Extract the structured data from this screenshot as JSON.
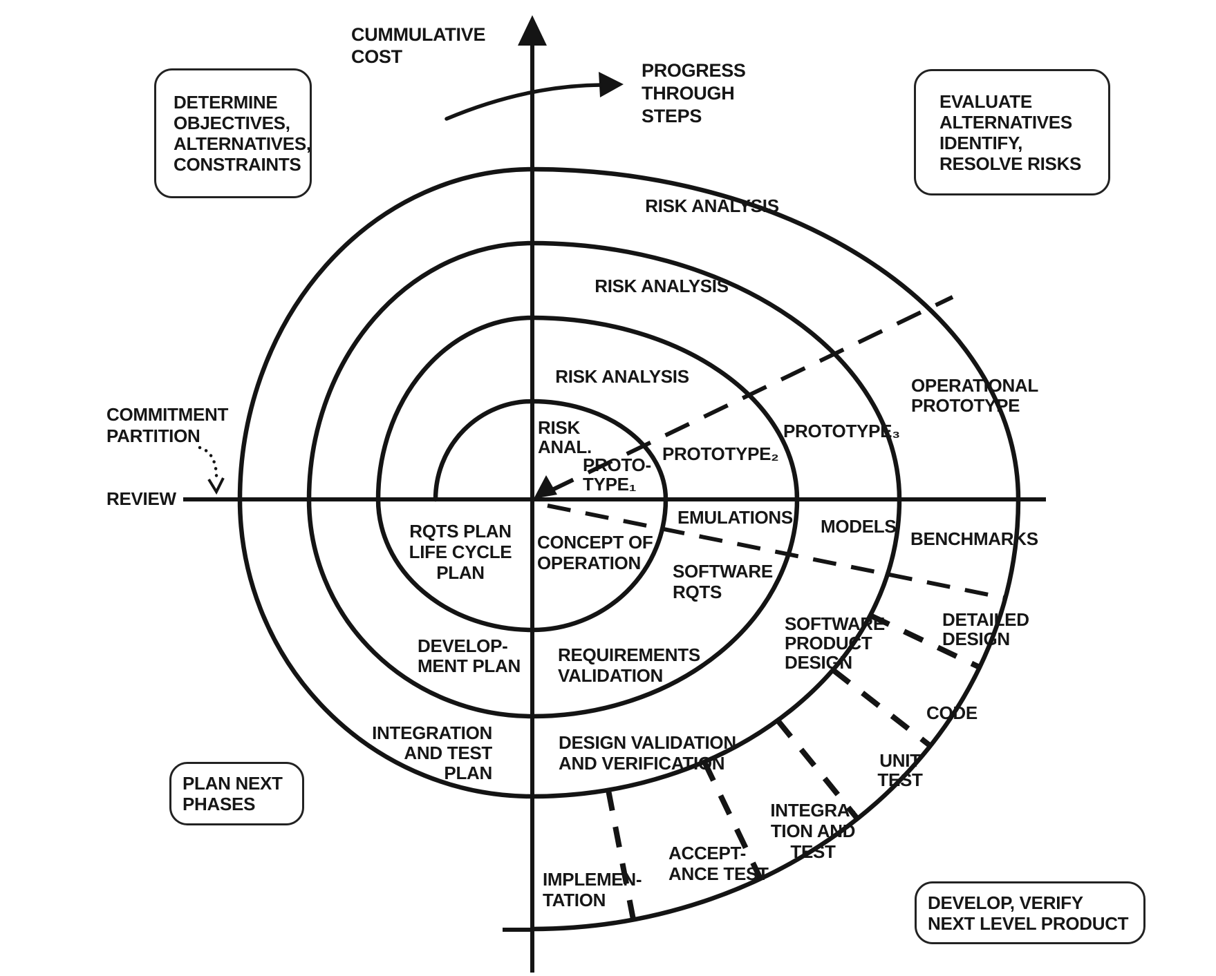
{
  "axes": {
    "cumulative_cost": "CUMMULATIVE\nCOST",
    "progress_through_steps": "PROGRESS\nTHROUGH\nSTEPS",
    "commitment_partition": "COMMITMENT\nPARTITION",
    "review": "REVIEW"
  },
  "quadrant_boxes": {
    "top_left": "DETERMINE\nOBJECTIVES,\nALTERNATIVES,\nCONSTRAINTS",
    "top_right": "EVALUATE\nALTERNATIVES\nIDENTIFY,\nRESOLVE RISKS",
    "bottom_left": "PLAN NEXT\nPHASES",
    "bottom_right": "DEVELOP, VERIFY\nNEXT LEVEL PRODUCT"
  },
  "spiral_labels": {
    "risk_analysis_outer": "RISK ANALYSIS",
    "risk_analysis_2": "RISK ANALYSIS",
    "risk_analysis_3": "RISK ANALYSIS",
    "risk_anal": "RISK\nANAL.",
    "prototype_1": "PROTO-\nTYPE₁",
    "prototype_2": "PROTOTYPE₂",
    "prototype_3": "PROTOTYPE₃",
    "operational_prototype": "OPERATIONAL\nPROTOTYPE",
    "emulations": "EMULATIONS",
    "models": "MODELS",
    "benchmarks": "BENCHMARKS",
    "rqts_plan": "RQTS PLAN\nLIFE CYCLE\nPLAN",
    "concept_of_operation": "CONCEPT OF\nOPERATION",
    "software_rqts": "SOFTWARE\nRQTS",
    "development_plan": "DEVELOP-\nMENT PLAN",
    "requirements_validation": "REQUIREMENTS\nVALIDATION",
    "software_product_design": "SOFTWARE\nPRODUCT\nDESIGN",
    "detailed_design": "DETAILED\nDESIGN",
    "code": "CODE",
    "unit_test": "UNIT\nTEST",
    "integration_and_test": "INTEGRA-\nTION AND\nTEST",
    "acceptance_test": "ACCEPT-\nANCE TEST",
    "implementation": "IMPLEMEN-\nTATION",
    "design_validation": "DESIGN VALIDATION\nAND VERIFICATION",
    "integration_test_plan": "INTEGRATION\nAND TEST\nPLAN"
  },
  "colors": {
    "ink": "#141414",
    "background": "#ffffff"
  }
}
